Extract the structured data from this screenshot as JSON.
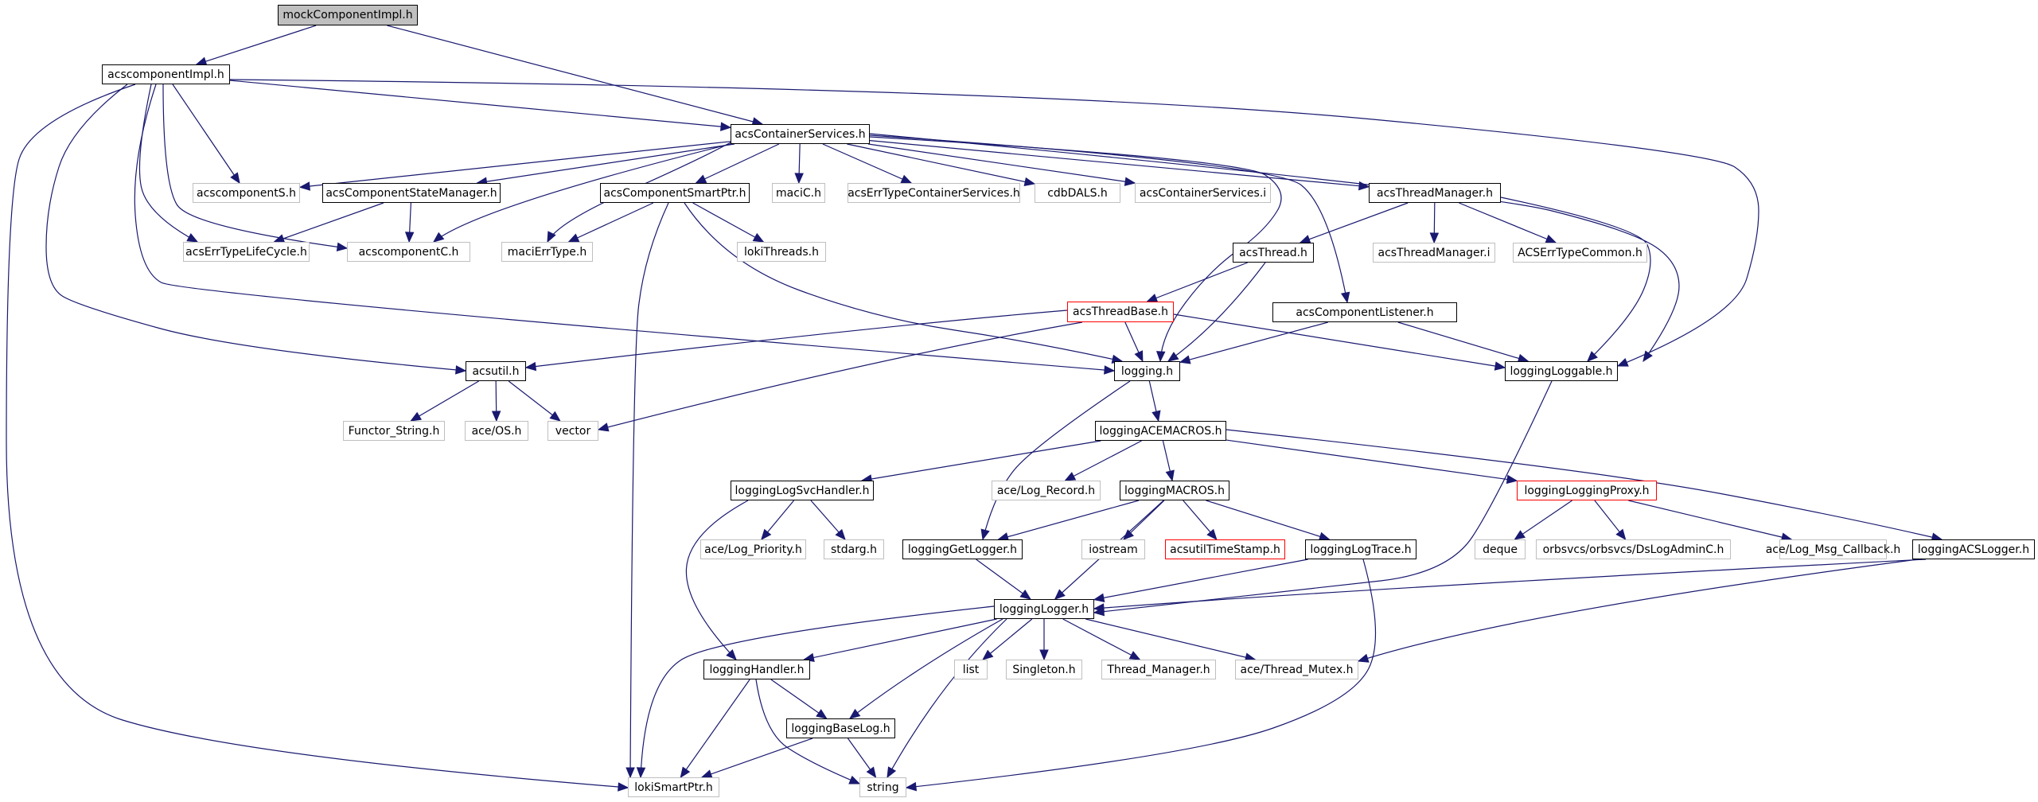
{
  "diagram": {
    "title": "mockComponentImpl.h include dependency graph",
    "colors": {
      "edge": "#191970",
      "normal_border": "#000000",
      "external_border": "#bfbfbf",
      "root_fill": "#bfbfbf",
      "truncated_border": "#ff0000"
    },
    "nodes": [
      {
        "id": "mockComponentImpl",
        "label": "mockComponentImpl.h",
        "kind": "root"
      },
      {
        "id": "acscomponentImpl",
        "label": "acscomponentImpl.h",
        "kind": "normal"
      },
      {
        "id": "acsContainerServices",
        "label": "acsContainerServices.h",
        "kind": "normal"
      },
      {
        "id": "acscomponentS",
        "label": "acscomponentS.h",
        "kind": "external"
      },
      {
        "id": "acsComponentStateManager",
        "label": "acsComponentStateManager.h",
        "kind": "normal"
      },
      {
        "id": "acsComponentSmartPtr",
        "label": "acsComponentSmartPtr.h",
        "kind": "normal"
      },
      {
        "id": "maciC",
        "label": "maciC.h",
        "kind": "external"
      },
      {
        "id": "acsErrTypeContainerServices",
        "label": "acsErrTypeContainerServices.h",
        "kind": "external"
      },
      {
        "id": "cdbDALS",
        "label": "cdbDALS.h",
        "kind": "external"
      },
      {
        "id": "acsContainerServicesI",
        "label": "acsContainerServices.i",
        "kind": "external"
      },
      {
        "id": "acsThreadManager",
        "label": "acsThreadManager.h",
        "kind": "normal"
      },
      {
        "id": "acsErrTypeLifeCycle",
        "label": "acsErrTypeLifeCycle.h",
        "kind": "external"
      },
      {
        "id": "acscomponentC",
        "label": "acscomponentC.h",
        "kind": "external"
      },
      {
        "id": "maciErrType",
        "label": "maciErrType.h",
        "kind": "external"
      },
      {
        "id": "lokiThreads",
        "label": "lokiThreads.h",
        "kind": "external"
      },
      {
        "id": "acsThread",
        "label": "acsThread.h",
        "kind": "normal"
      },
      {
        "id": "acsThreadManagerI",
        "label": "acsThreadManager.i",
        "kind": "external"
      },
      {
        "id": "ACSErrTypeCommon",
        "label": "ACSErrTypeCommon.h",
        "kind": "external"
      },
      {
        "id": "acsThreadBase",
        "label": "acsThreadBase.h",
        "kind": "red"
      },
      {
        "id": "acsComponentListener",
        "label": "acsComponentListener.h",
        "kind": "normal"
      },
      {
        "id": "acsutil",
        "label": "acsutil.h",
        "kind": "normal"
      },
      {
        "id": "logging",
        "label": "logging.h",
        "kind": "normal"
      },
      {
        "id": "loggingLoggable",
        "label": "loggingLoggable.h",
        "kind": "normal"
      },
      {
        "id": "FunctorString",
        "label": "Functor_String.h",
        "kind": "external"
      },
      {
        "id": "aceOS",
        "label": "ace/OS.h",
        "kind": "external"
      },
      {
        "id": "vector",
        "label": "vector",
        "kind": "external"
      },
      {
        "id": "loggingACEMACROS",
        "label": "loggingACEMACROS.h",
        "kind": "normal"
      },
      {
        "id": "loggingLogSvcHandler",
        "label": "loggingLogSvcHandler.h",
        "kind": "normal"
      },
      {
        "id": "aceLogRecord",
        "label": "ace/Log_Record.h",
        "kind": "external"
      },
      {
        "id": "loggingMACROS",
        "label": "loggingMACROS.h",
        "kind": "normal"
      },
      {
        "id": "loggingLoggingProxy",
        "label": "loggingLoggingProxy.h",
        "kind": "red"
      },
      {
        "id": "aceLogPriority",
        "label": "ace/Log_Priority.h",
        "kind": "external"
      },
      {
        "id": "stdarg",
        "label": "stdarg.h",
        "kind": "external"
      },
      {
        "id": "loggingGetLogger",
        "label": "loggingGetLogger.h",
        "kind": "normal"
      },
      {
        "id": "iostream",
        "label": "iostream",
        "kind": "external"
      },
      {
        "id": "acsutilTimeStamp",
        "label": "acsutilTimeStamp.h",
        "kind": "red"
      },
      {
        "id": "loggingLogTrace",
        "label": "loggingLogTrace.h",
        "kind": "normal"
      },
      {
        "id": "deque",
        "label": "deque",
        "kind": "external"
      },
      {
        "id": "DsLogAdminC",
        "label": "orbsvcs/orbsvcs/DsLogAdminC.h",
        "kind": "external"
      },
      {
        "id": "aceLogMsgCallback",
        "label": "ace/Log_Msg_Callback.h",
        "kind": "external"
      },
      {
        "id": "loggingACSLogger",
        "label": "loggingACSLogger.h",
        "kind": "normal"
      },
      {
        "id": "loggingLogger",
        "label": "loggingLogger.h",
        "kind": "normal"
      },
      {
        "id": "loggingHandler",
        "label": "loggingHandler.h",
        "kind": "normal"
      },
      {
        "id": "list",
        "label": "list",
        "kind": "external"
      },
      {
        "id": "Singleton",
        "label": "Singleton.h",
        "kind": "external"
      },
      {
        "id": "ThreadManager",
        "label": "Thread_Manager.h",
        "kind": "external"
      },
      {
        "id": "aceThreadMutex",
        "label": "ace/Thread_Mutex.h",
        "kind": "external"
      },
      {
        "id": "loggingBaseLog",
        "label": "loggingBaseLog.h",
        "kind": "normal"
      },
      {
        "id": "lokiSmartPtr",
        "label": "lokiSmartPtr.h",
        "kind": "external"
      },
      {
        "id": "string",
        "label": "string",
        "kind": "external"
      }
    ],
    "edges": [
      [
        "mockComponentImpl",
        "acscomponentImpl"
      ],
      [
        "mockComponentImpl",
        "acsContainerServices"
      ],
      [
        "acscomponentImpl",
        "acsContainerServices"
      ],
      [
        "acscomponentImpl",
        "acscomponentS"
      ],
      [
        "acscomponentImpl",
        "acsErrTypeLifeCycle"
      ],
      [
        "acscomponentImpl",
        "acscomponentC"
      ],
      [
        "acscomponentImpl",
        "logging"
      ],
      [
        "acscomponentImpl",
        "acsutil"
      ],
      [
        "acscomponentImpl",
        "lokiSmartPtr"
      ],
      [
        "acscomponentImpl",
        "loggingLoggable"
      ],
      [
        "acsContainerServices",
        "acscomponentS"
      ],
      [
        "acsContainerServices",
        "acsComponentStateManager"
      ],
      [
        "acsContainerServices",
        "acscomponentC"
      ],
      [
        "acsContainerServices",
        "maciErrType"
      ],
      [
        "acsContainerServices",
        "acsComponentSmartPtr"
      ],
      [
        "acsContainerServices",
        "maciC"
      ],
      [
        "acsContainerServices",
        "acsErrTypeContainerServices"
      ],
      [
        "acsContainerServices",
        "cdbDALS"
      ],
      [
        "acsContainerServices",
        "acsContainerServicesI"
      ],
      [
        "acsContainerServices",
        "acsThreadManager"
      ],
      [
        "acsContainerServices",
        "logging"
      ],
      [
        "acsContainerServices",
        "acsComponentListener"
      ],
      [
        "acsContainerServices",
        "loggingLoggable"
      ],
      [
        "acsComponentStateManager",
        "acsErrTypeLifeCycle"
      ],
      [
        "acsComponentStateManager",
        "acscomponentC"
      ],
      [
        "acsComponentSmartPtr",
        "maciErrType"
      ],
      [
        "acsComponentSmartPtr",
        "lokiThreads"
      ],
      [
        "acsComponentSmartPtr",
        "logging"
      ],
      [
        "acsComponentSmartPtr",
        "lokiSmartPtr"
      ],
      [
        "acsThreadManager",
        "acsThread"
      ],
      [
        "acsThreadManager",
        "acsThreadManagerI"
      ],
      [
        "acsThreadManager",
        "ACSErrTypeCommon"
      ],
      [
        "acsThreadManager",
        "loggingLoggable"
      ],
      [
        "acsThread",
        "acsThreadBase"
      ],
      [
        "acsThread",
        "logging"
      ],
      [
        "acsThreadBase",
        "acsutil"
      ],
      [
        "acsThreadBase",
        "vector"
      ],
      [
        "acsThreadBase",
        "logging"
      ],
      [
        "acsThreadBase",
        "loggingLoggable"
      ],
      [
        "acsComponentListener",
        "logging"
      ],
      [
        "acsComponentListener",
        "loggingLoggable"
      ],
      [
        "acsutil",
        "FunctorString"
      ],
      [
        "acsutil",
        "aceOS"
      ],
      [
        "acsutil",
        "vector"
      ],
      [
        "logging",
        "loggingACEMACROS"
      ],
      [
        "logging",
        "loggingGetLogger"
      ],
      [
        "loggingLoggable",
        "loggingLogger"
      ],
      [
        "loggingACEMACROS",
        "loggingLogSvcHandler"
      ],
      [
        "loggingACEMACROS",
        "aceLogRecord"
      ],
      [
        "loggingACEMACROS",
        "loggingMACROS"
      ],
      [
        "loggingACEMACROS",
        "loggingLoggingProxy"
      ],
      [
        "loggingACEMACROS",
        "loggingACSLogger"
      ],
      [
        "loggingLogSvcHandler",
        "aceLogPriority"
      ],
      [
        "loggingLogSvcHandler",
        "stdarg"
      ],
      [
        "loggingLogSvcHandler",
        "loggingHandler"
      ],
      [
        "loggingMACROS",
        "loggingGetLogger"
      ],
      [
        "loggingMACROS",
        "loggingLogger"
      ],
      [
        "loggingMACROS",
        "iostream"
      ],
      [
        "loggingMACROS",
        "acsutilTimeStamp"
      ],
      [
        "loggingMACROS",
        "loggingLogTrace"
      ],
      [
        "loggingLoggingProxy",
        "deque"
      ],
      [
        "loggingLoggingProxy",
        "DsLogAdminC"
      ],
      [
        "loggingLoggingProxy",
        "aceLogMsgCallback"
      ],
      [
        "loggingGetLogger",
        "loggingLogger"
      ],
      [
        "loggingLogTrace",
        "loggingLogger"
      ],
      [
        "loggingLogTrace",
        "string"
      ],
      [
        "loggingACSLogger",
        "loggingLogger"
      ],
      [
        "loggingACSLogger",
        "aceThreadMutex"
      ],
      [
        "loggingLogger",
        "loggingHandler"
      ],
      [
        "loggingLogger",
        "list"
      ],
      [
        "loggingLogger",
        "Singleton"
      ],
      [
        "loggingLogger",
        "ThreadManager"
      ],
      [
        "loggingLogger",
        "aceThreadMutex"
      ],
      [
        "loggingLogger",
        "loggingBaseLog"
      ],
      [
        "loggingLogger",
        "lokiSmartPtr"
      ],
      [
        "loggingLogger",
        "string"
      ],
      [
        "loggingHandler",
        "loggingBaseLog"
      ],
      [
        "loggingHandler",
        "lokiSmartPtr"
      ],
      [
        "loggingHandler",
        "string"
      ],
      [
        "loggingBaseLog",
        "lokiSmartPtr"
      ],
      [
        "loggingBaseLog",
        "string"
      ]
    ]
  }
}
